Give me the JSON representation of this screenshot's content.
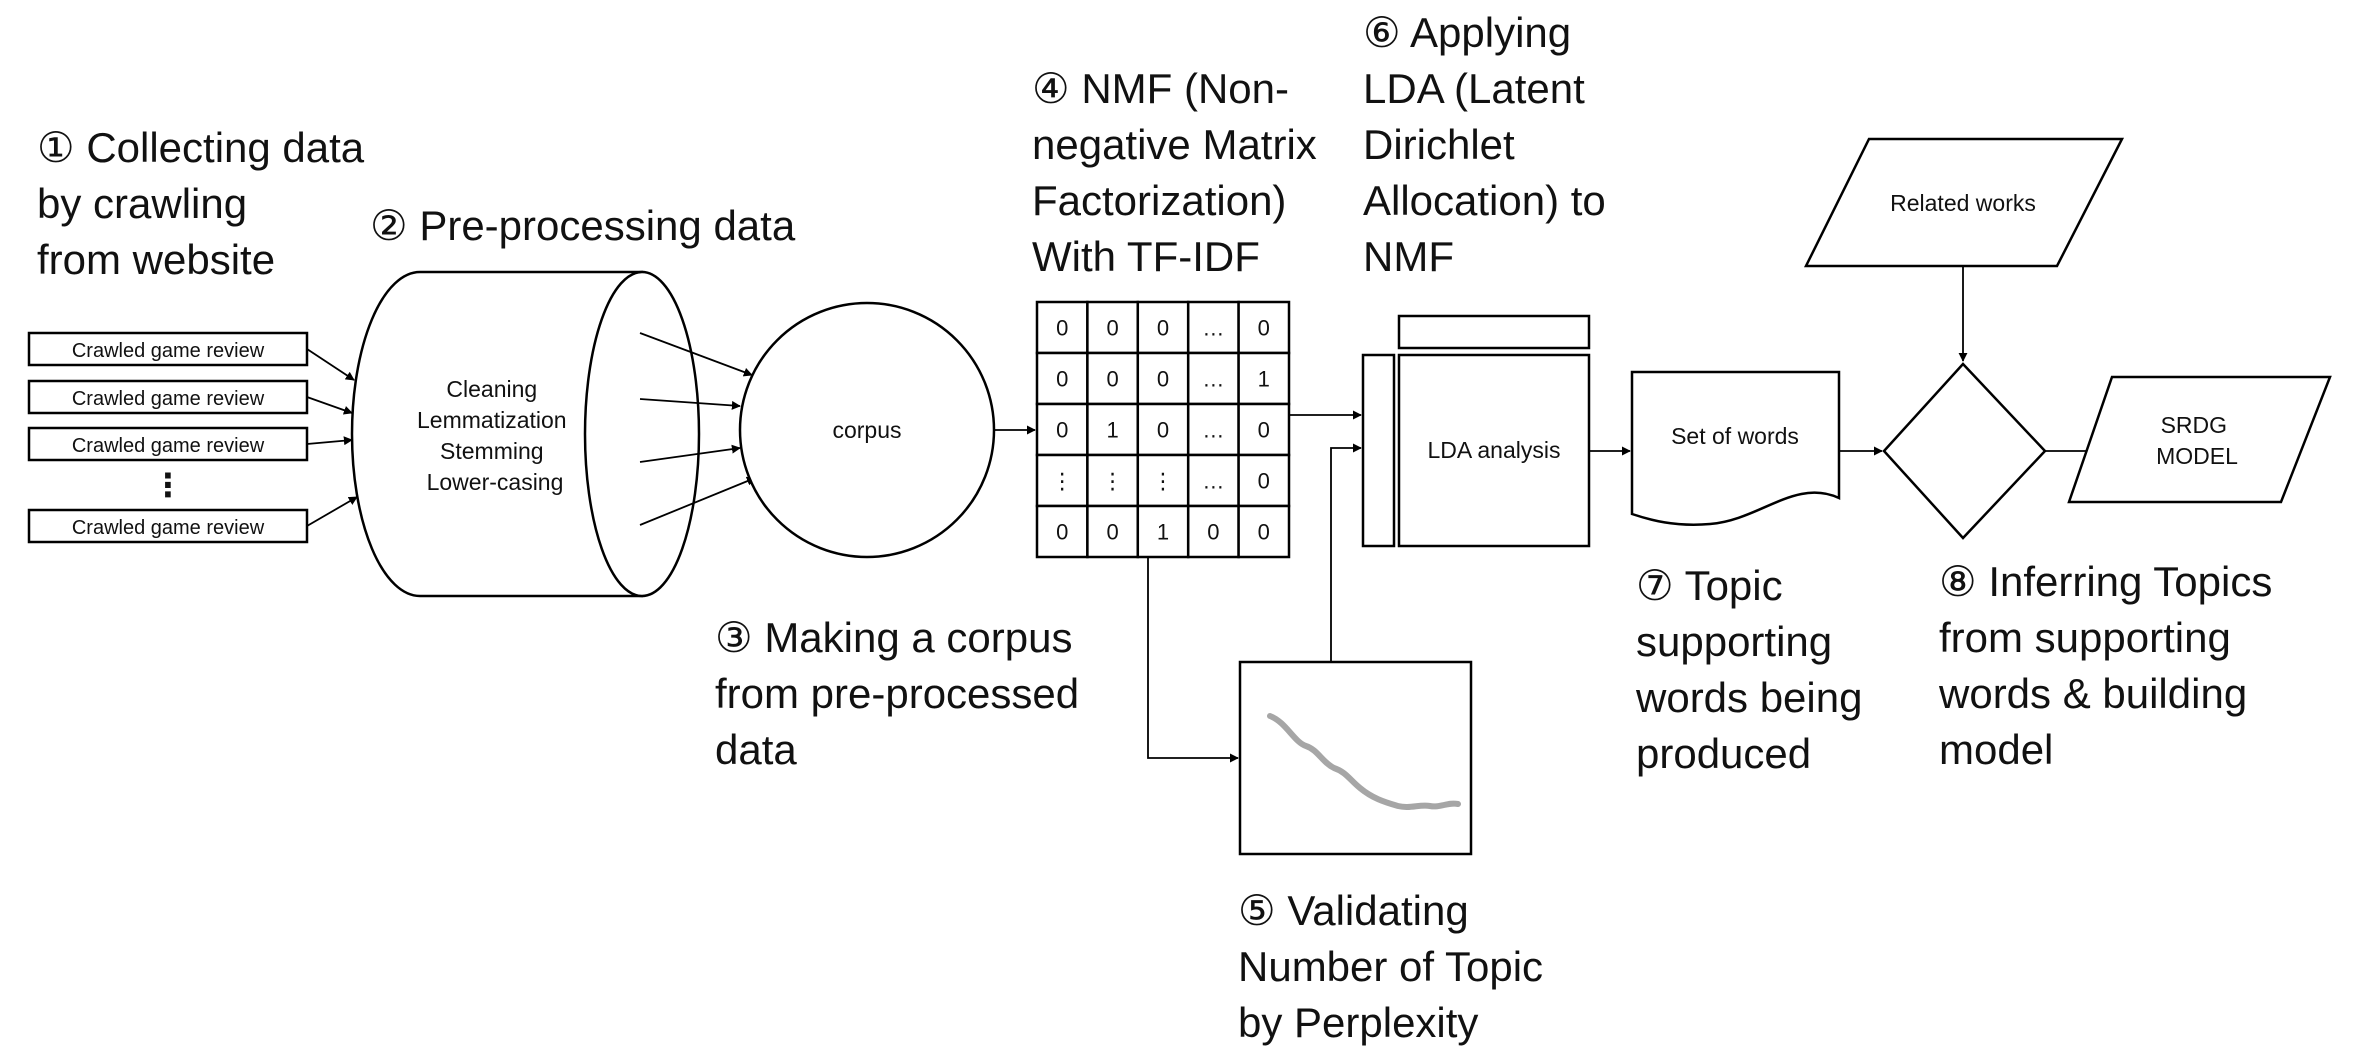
{
  "labels": {
    "step1": [
      "① Collecting data",
      "by crawling",
      "from website"
    ],
    "step2": [
      "② Pre-processing data"
    ],
    "step3": [
      "③ Making a corpus",
      "from pre-processed",
      "data"
    ],
    "step4": [
      "④ NMF (Non-",
      "negative Matrix",
      "Factorization)",
      "With TF-IDF"
    ],
    "step5": [
      "⑤ Validating",
      "Number of Topic",
      "by Perplexity"
    ],
    "step6": [
      "⑥ Applying",
      "LDA (Latent",
      "Dirichlet",
      "Allocation) to",
      "NMF"
    ],
    "step7": [
      "⑦ Topic",
      "supporting",
      "words being",
      "produced"
    ],
    "step8": [
      "⑧ Inferring Topics",
      "from supporting",
      "words & building",
      "model"
    ]
  },
  "reviews": [
    "Crawled game review",
    "Crawled game review",
    "Crawled game review",
    "Crawled game review"
  ],
  "reviews_ellipsis": "⋮",
  "preprocess_steps": [
    "Cleaning",
    "Lemmatization",
    "Stemming",
    "Lower-casing"
  ],
  "corpus": "corpus",
  "matrix": [
    [
      "0",
      "0",
      "0",
      "…",
      "0"
    ],
    [
      "0",
      "0",
      "0",
      "…",
      "1"
    ],
    [
      "0",
      "1",
      "0",
      "…",
      "0"
    ],
    [
      "⋮",
      "⋮",
      "⋮",
      "…",
      "0"
    ],
    [
      "0",
      "0",
      "1",
      "0",
      "0"
    ]
  ],
  "lda": "LDA analysis",
  "set_of_words": "Set of words",
  "related_works": "Related works",
  "model": [
    "SRDG",
    "MODEL"
  ]
}
